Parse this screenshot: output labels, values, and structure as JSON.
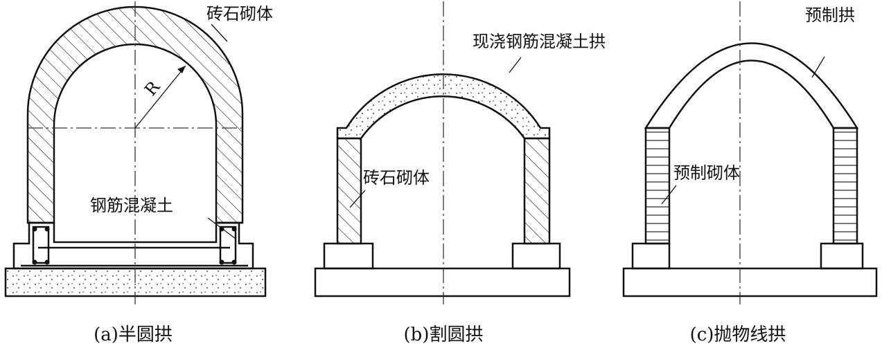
{
  "panels": [
    {
      "caption": "(a)半圆拱",
      "labels": {
        "masonry": "砖石砌体",
        "radius": "R",
        "concrete": "钢筋混凝土"
      }
    },
    {
      "caption": "(b)割圆拱",
      "labels": {
        "arch": "现浇钢筋混凝土拱",
        "masonry": "砖石砌体"
      }
    },
    {
      "caption": "(c)抛物线拱",
      "labels": {
        "arch": "预制拱",
        "masonry": "预制砌体"
      }
    }
  ]
}
